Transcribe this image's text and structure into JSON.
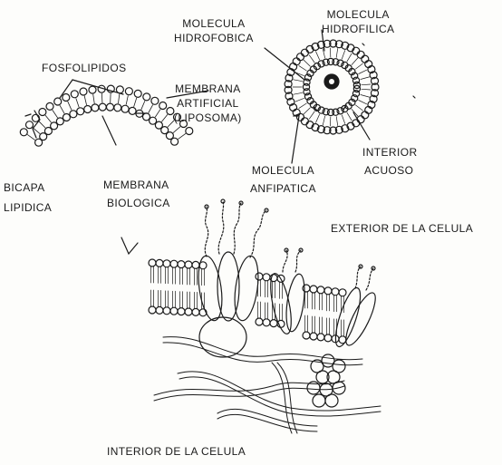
{
  "labels": {
    "molecula_hidrofobica": [
      "MOLECULA",
      "HIDROFOBICA"
    ],
    "molecula_hidrofilica": [
      "MOLECULA",
      "HIDROFILICA"
    ],
    "fosfolipidos": "FOSFOLIPIDOS",
    "membrana_artificial": [
      "MEMBRANA",
      "ARTIFICIAL",
      "(LIPOSOMA)"
    ],
    "bicapa_lipidica": [
      "BICAPA",
      "LIPIDICA"
    ],
    "membrana_biologica": [
      "MEMBRANA",
      "BIOLOGICA"
    ],
    "molecula_anfipatica": [
      "MOLECULA",
      "ANFIPATICA"
    ],
    "interior_acuoso": [
      "INTERIOR",
      "ACUOSO"
    ],
    "exterior_celula": "EXTERIOR DE LA CELULA",
    "interior_celula": "INTERIOR DE LA CELULA"
  },
  "colors": {
    "ink": "#1a1a1a",
    "paper": "#fdfdfb"
  }
}
